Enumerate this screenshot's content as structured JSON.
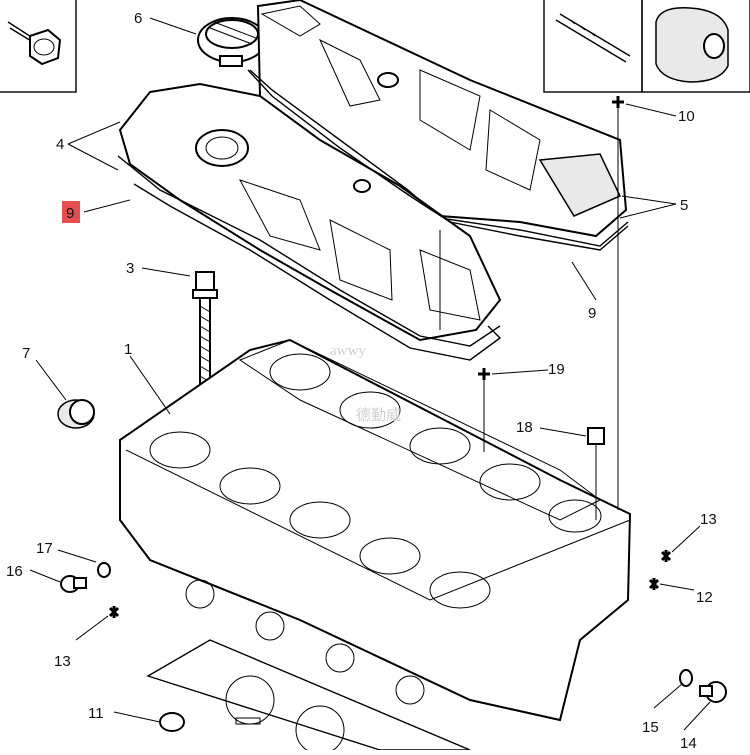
{
  "diagram": {
    "watermark": {
      "latin": "awwy",
      "cjk": "德勤威"
    },
    "callouts": {
      "c1": "1",
      "c3": "3",
      "c4": "4",
      "c5": "5",
      "c6": "6",
      "c7": "7",
      "c9a": "9",
      "c9b": "9",
      "c10": "10",
      "c11": "11",
      "c12": "12",
      "c13a": "13",
      "c13b": "13",
      "c14": "14",
      "c15": "15",
      "c16": "16",
      "c17": "17",
      "c18": "18",
      "c19": "19"
    },
    "highlight_color": "#e03030",
    "highlighted_callout": "9"
  }
}
